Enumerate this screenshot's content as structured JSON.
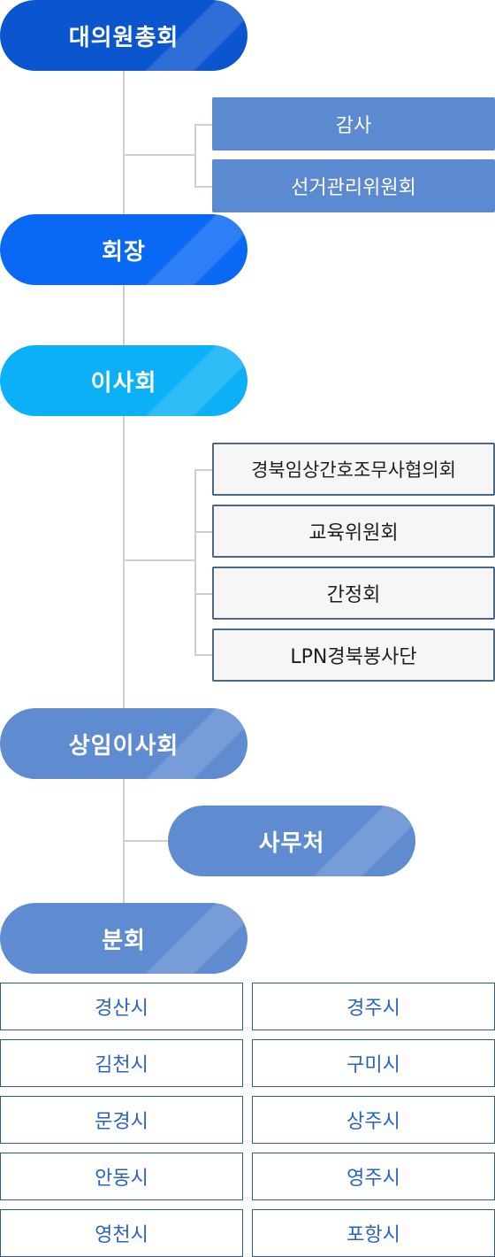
{
  "nodes": {
    "general_assembly": "대의원총회",
    "president": "회장",
    "board": "이사회",
    "standing_board": "상임이사회",
    "secretariat": "사무처",
    "branches": "분회"
  },
  "audit_group": [
    "감사",
    "선거관리위원회"
  ],
  "committees": [
    "경북임상간호조무사협의회",
    "교육위원회",
    "간정회",
    "LPN경북봉사단"
  ],
  "cities": [
    [
      "경산시",
      "경주시"
    ],
    [
      "김천시",
      "구미시"
    ],
    [
      "문경시",
      "상주시"
    ],
    [
      "안동시",
      "영주시"
    ],
    [
      "영천시",
      "포항시"
    ]
  ]
}
